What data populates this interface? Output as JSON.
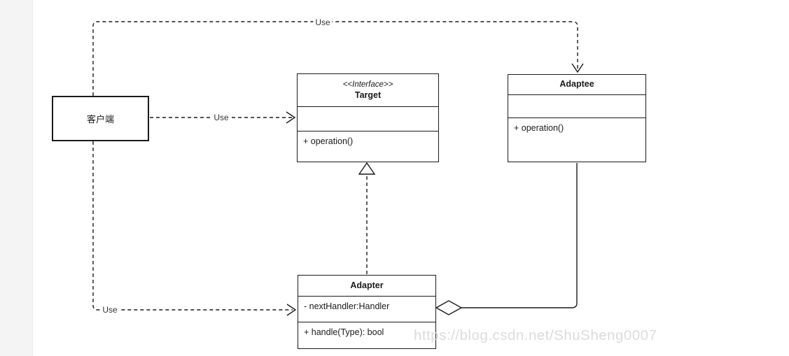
{
  "classes": {
    "client": {
      "name": "客户端"
    },
    "target": {
      "stereotype": "<<Interface>>",
      "name": "Target",
      "method": "+ operation()"
    },
    "adaptee": {
      "name": "Adaptee",
      "method": "+ operation()"
    },
    "adapter": {
      "name": "Adapter",
      "attribute": "- nextHandler:Handler",
      "method": "+ handle(Type): bool"
    }
  },
  "connectors": {
    "client_to_adaptee": {
      "label": "Use",
      "type": "dashed-dependency-arrow"
    },
    "client_to_target": {
      "label": "Use",
      "type": "dashed-dependency-arrow"
    },
    "client_to_adapter": {
      "label": "Use",
      "type": "dashed-dependency-arrow"
    },
    "adapter_to_target": {
      "type": "dashed-realization-hollow-triangle"
    },
    "adaptee_to_adapter": {
      "type": "solid-aggregation-hollow-diamond"
    }
  },
  "watermark": "https://blog.csdn.net/ShuSheng0007",
  "colors": {
    "line": "#1a1a1a",
    "watermark": "#dcdcdc",
    "gutter": "#f4f4f4",
    "canvas": "#ffffff"
  }
}
